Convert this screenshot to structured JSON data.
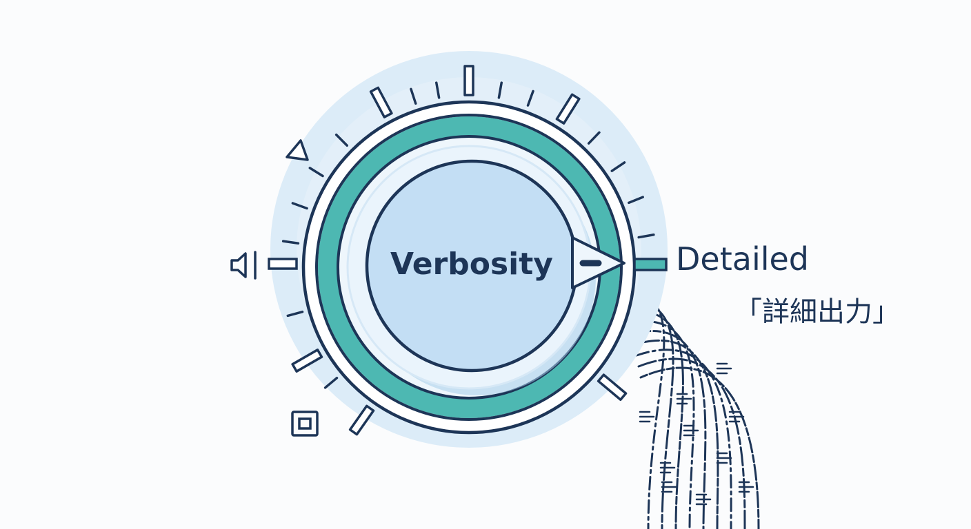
{
  "dial": {
    "label": "Verbosity",
    "setting": "Detailed",
    "setting_ja": "「詳細出力」"
  },
  "colors": {
    "outline": "#1d3557",
    "teal": "#4db8b2",
    "light_blue": "#c3def4",
    "halo": "#dcecf8",
    "background": "#fbfcfd"
  },
  "icons": {
    "low_end": "speaker-low-icon",
    "min_end": "square-stop-icon",
    "marker": "triangle-marker-icon",
    "output": "text-stream-icon"
  }
}
